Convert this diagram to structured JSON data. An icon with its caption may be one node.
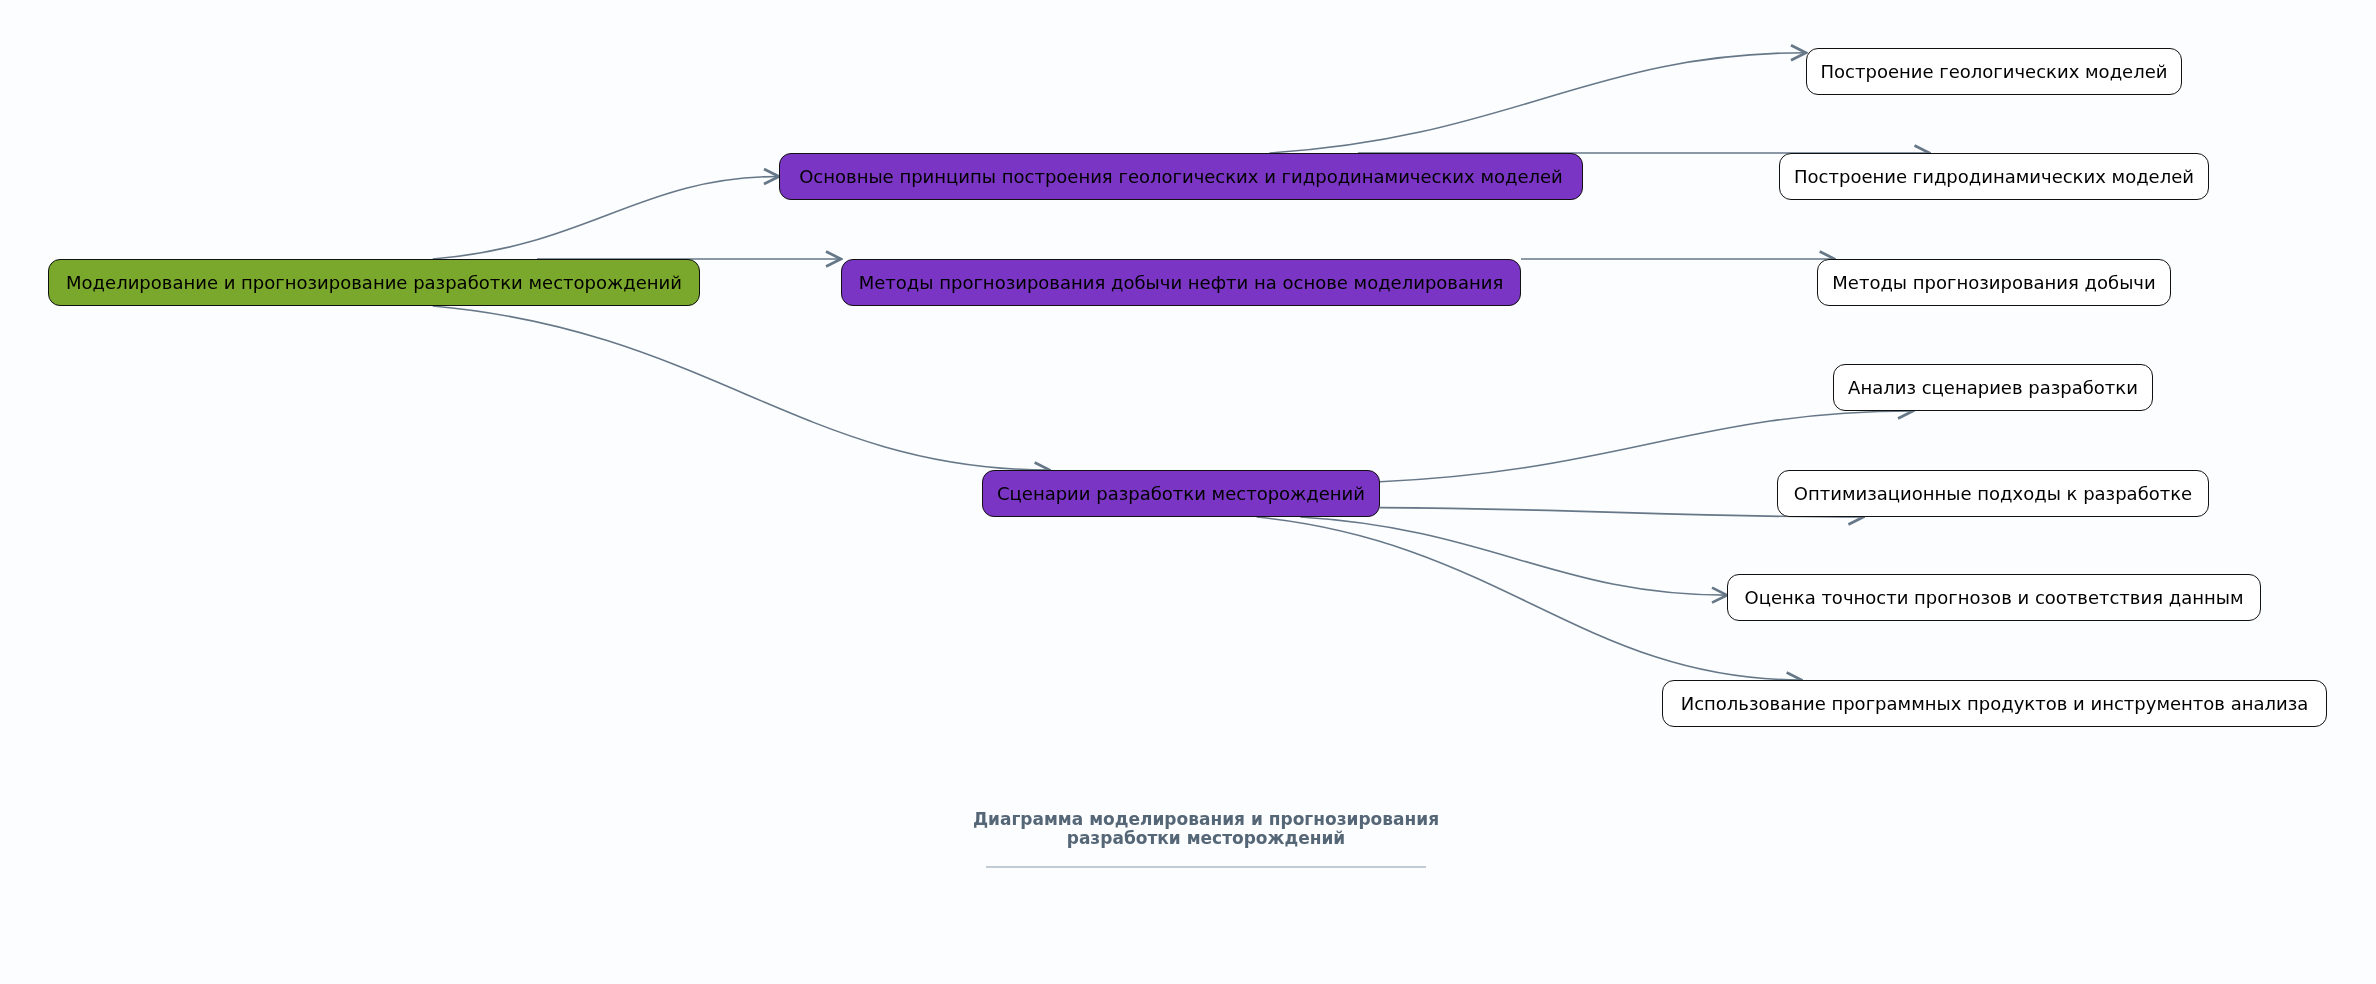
{
  "diagram": {
    "title": "Диаграмма моделирования и прогнозирования разработки месторождений",
    "nodes": [
      {
        "text": [
          "Моделирование и прогнозирование разработки месторождений"
        ]
      },
      {
        "text": [
          "Основные принципы построения геологических и гидродинамических моделей"
        ]
      },
      {
        "text": [
          "Методы прогнозирования добычи нефти на основе моделирования"
        ]
      },
      {
        "text": [
          "Сценарии разработки месторождений"
        ]
      },
      {
        "text": [
          "Построение геологических моделей"
        ]
      },
      {
        "text": [
          "Построение гидродинамических моделей"
        ]
      },
      {
        "text": [
          "Методы прогнозирования добычи"
        ]
      },
      {
        "text": [
          "Анализ сценариев разработки"
        ]
      },
      {
        "text": [
          "Оптимизационные подходы к разработке"
        ]
      },
      {
        "text": [
          "Оценка точности прогнозов и соответствия данным"
        ]
      },
      {
        "text": [
          "Использование программных продуктов и инструментов анализа"
        ]
      }
    ],
    "edges": [
      {
        "from": 0,
        "to": 1,
        "arrow": "to"
      },
      {
        "from": 0,
        "to": 2,
        "arrow": "to"
      },
      {
        "from": 0,
        "to": 3,
        "arrow": "to"
      },
      {
        "from": 1,
        "to": 4,
        "arrow": "to"
      },
      {
        "from": 1,
        "to": 5,
        "arrow": "to"
      },
      {
        "from": 2,
        "to": 6,
        "arrow": "to"
      },
      {
        "from": 3,
        "to": 7,
        "arrow": "to"
      },
      {
        "from": 3,
        "to": 8,
        "arrow": "to"
      },
      {
        "from": 3,
        "to": 9,
        "arrow": "to"
      },
      {
        "from": 3,
        "to": 10,
        "arrow": "to"
      }
    ]
  }
}
